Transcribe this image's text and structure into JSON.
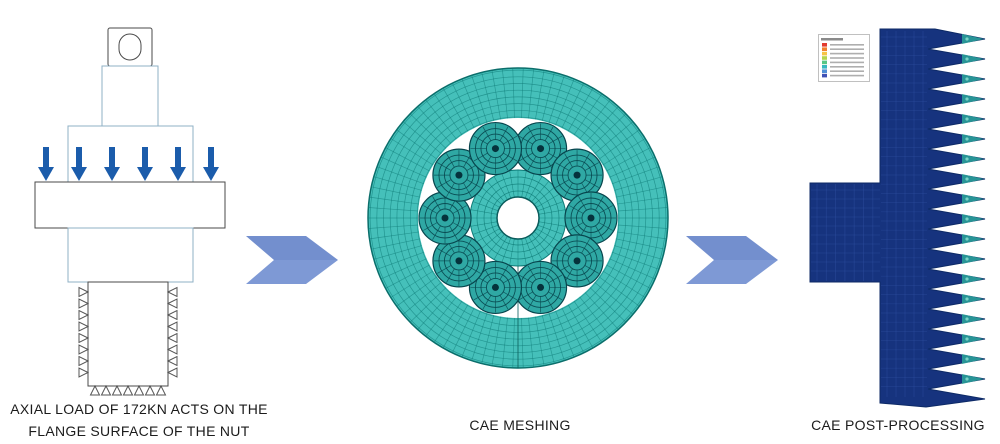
{
  "diagram": {
    "step1": {
      "caption_line1": "AXIAL LOAD OF 172KN ACTS ON THE",
      "caption_line2": "FLANGE SURFACE OF THE NUT"
    },
    "step2": {
      "caption": "CAE MESHING"
    },
    "step3": {
      "caption": "CAE POST-PROCESSING"
    }
  },
  "colors": {
    "flow_arrow": "#7e99d5",
    "load_arrow": "#1b5cab",
    "mesh_teal": "#45c0ba",
    "mesh_line": "#0d7a76",
    "roller_teal": "#2fa8a4",
    "roller_line": "#07454d",
    "fea_navy": "#16337e",
    "fea_mesh": "#3a5cb2",
    "thread_tip": "#2ba69b",
    "outline_dark": "#4a4a4a",
    "outline_light": "#8fb0c6"
  },
  "legend_colors": [
    "#e23c30",
    "#f2812f",
    "#f6c345",
    "#b5d44a",
    "#57c785",
    "#35b8c0",
    "#4f8fd6",
    "#3f51b5"
  ]
}
